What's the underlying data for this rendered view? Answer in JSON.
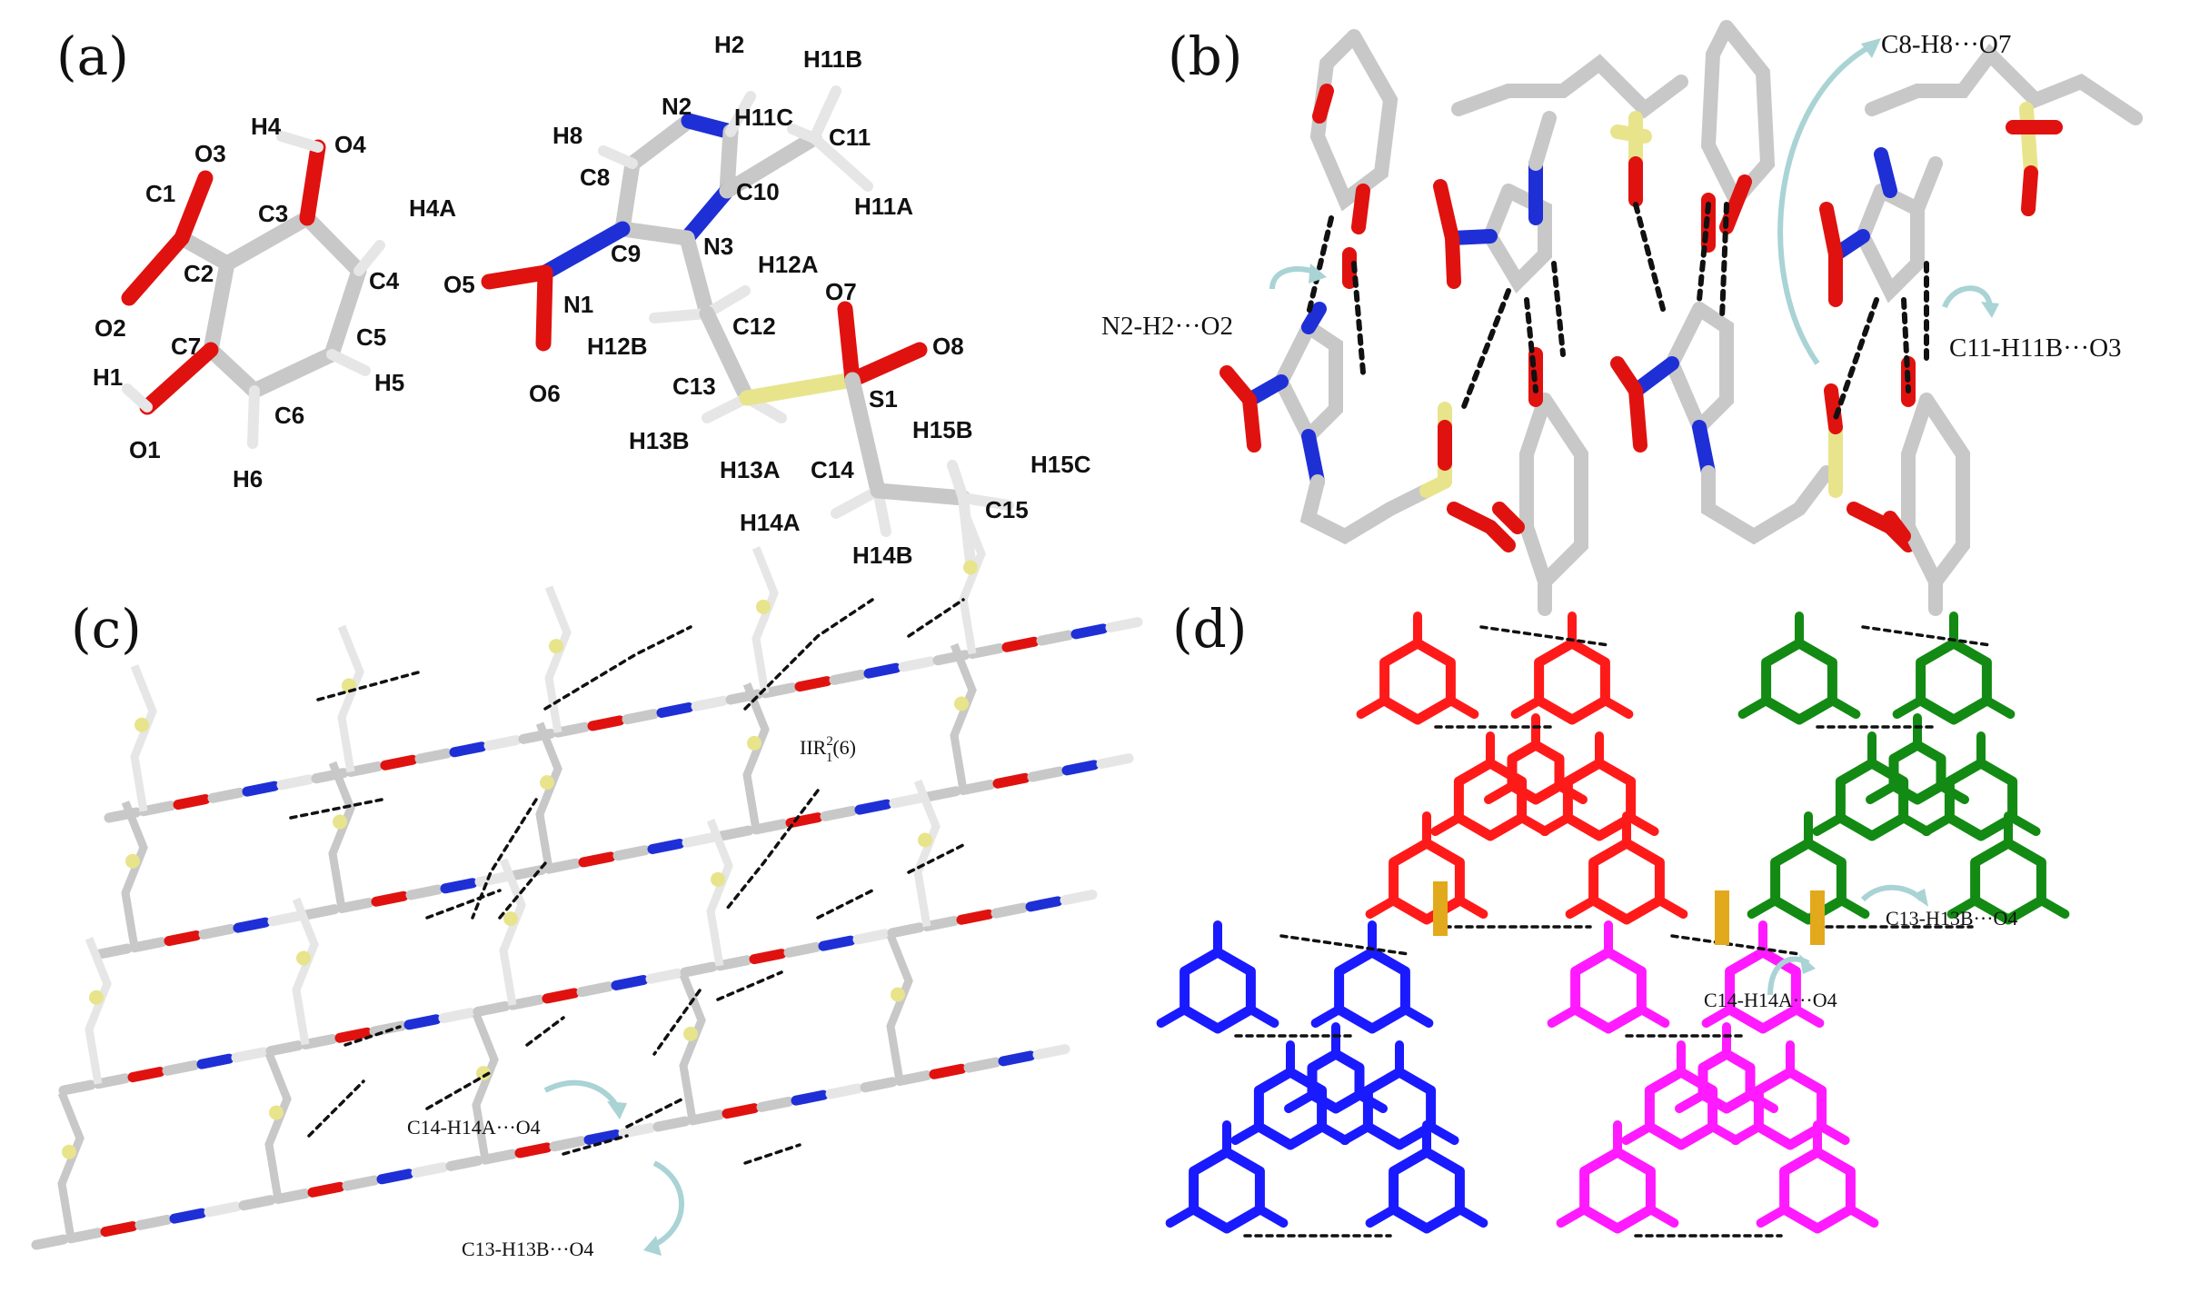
{
  "panels": {
    "a": "(a)",
    "b": "(b)",
    "c": "(c)",
    "d": "(d)"
  },
  "atoms": {
    "O3": "O3",
    "H4": "H4",
    "O4": "O4",
    "H4A": "H4A",
    "C1": "C1",
    "C3": "C3",
    "C2": "C2",
    "C4": "C4",
    "O2": "O2",
    "C7": "C7",
    "C5": "C5",
    "H1": "H1",
    "H5": "H5",
    "C6": "C6",
    "O1": "O1",
    "H6": "H6",
    "H2": "H2",
    "N2": "N2",
    "H11B": "H11B",
    "H11C": "H11C",
    "H8": "H8",
    "C11": "C11",
    "C8": "C8",
    "C10": "C10",
    "H11A": "H11A",
    "C9": "C9",
    "N3": "N3",
    "H12A": "H12A",
    "O5": "O5",
    "N1": "N1",
    "O7": "O7",
    "C12": "C12",
    "H12B": "H12B",
    "O8": "O8",
    "O6": "O6",
    "C13": "C13",
    "S1": "S1",
    "H15B": "H15B",
    "H13B": "H13B",
    "H13A": "H13A",
    "C14": "C14",
    "H15C": "H15C",
    "C15": "C15",
    "H14A": "H14A",
    "H14B": "H14B"
  },
  "hbonds": {
    "b_c8": "C8-H8···O7",
    "b_n2": "N2-H2···O2",
    "b_c11": "C11-H11B···O3",
    "c_ring_main": "IIR",
    "c_ring_sup": "2",
    "c_ring_sub": "1",
    "c_ring_paren": "(6)",
    "c_c14": "C14-H14A···O4",
    "c_c13": "C13-H13B···O4",
    "d_c13": "C13-H13B···O4",
    "d_c14": "C14-H14A···O4"
  },
  "colors": {
    "carbon": "#c8c8c8",
    "oxygen": "#e0120f",
    "nitrogen": "#1f2fd6",
    "sulfur": "#e8e48c",
    "hydrogen": "#e6e6e6",
    "arrow": "#a9d3d4",
    "d_red": "#ff1a1a",
    "d_green": "#138a13",
    "d_blue": "#1a1aff",
    "d_magenta": "#ff1aff"
  }
}
